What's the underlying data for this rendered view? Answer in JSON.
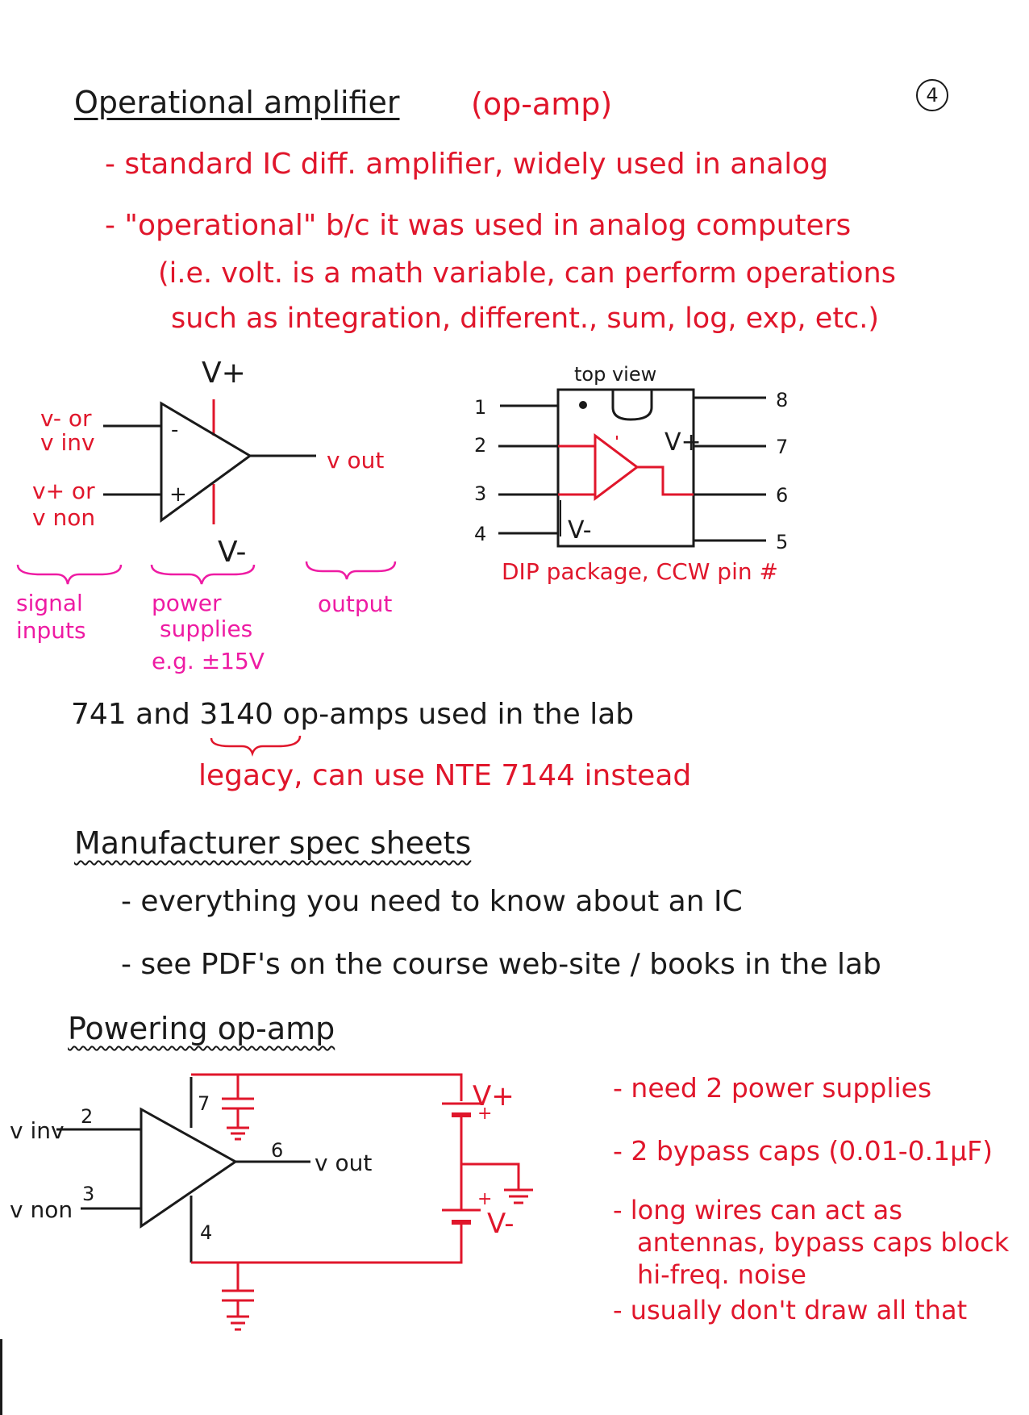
{
  "header": {
    "title": "Operational amplifier",
    "title_paren": "(op-amp)",
    "page_number": "4"
  },
  "intro": {
    "bullet1": "- standard IC diff. amplifier, widely used in analog",
    "bullet2": "- \"operational\" b/c it was used in analog computers",
    "bullet2_cont1": "(i.e. volt. is a math variable, can perform operations",
    "bullet2_cont2": "such as integration, different., sum, log, exp, etc.)"
  },
  "opamp_symbol": {
    "v_plus": "V+",
    "v_minus": "V-",
    "inv_label1": "v- or",
    "inv_label2": "v inv",
    "non_label1": "v+ or",
    "non_label2": "v non",
    "out_label": "v out",
    "minus_sign": "-",
    "plus_sign": "+"
  },
  "groups": {
    "signal_inputs1": "signal",
    "signal_inputs2": "inputs",
    "power_supplies1": "power",
    "power_supplies2": "supplies",
    "power_supplies3": "e.g. ±15V",
    "output": "output"
  },
  "dip": {
    "top_view": "top view",
    "pins_left": [
      "1",
      "2",
      "3",
      "4"
    ],
    "pins_right": [
      "8",
      "7",
      "6",
      "5"
    ],
    "v_plus": "V+",
    "v_minus": "V-",
    "caption": "DIP package, CCW pin #"
  },
  "lab": {
    "line": "741 and 3140 op-amps used in the lab",
    "note": "legacy, can use NTE 7144 instead"
  },
  "spec": {
    "heading": "Manufacturer spec sheets",
    "bullet1": "- everything you need to know about an IC",
    "bullet2": "- see PDF's on the course web-site / books in the lab"
  },
  "powering": {
    "heading": "Powering op-amp",
    "v_inv": "v inv",
    "v_non": "v non",
    "pin2": "2",
    "pin3": "3",
    "pin4": "4",
    "pin6": "6",
    "pin7": "7",
    "v_out": "v out",
    "v_plus": "V+",
    "v_minus": "V-",
    "notes": [
      "- need 2 power supplies",
      "- 2 bypass caps (0.01-0.1µF)",
      "- long wires can act as",
      "antennas, bypass caps block",
      "hi-freq. noise",
      "- usually don't draw all that"
    ]
  },
  "colors": {
    "ink": "#1a1a1a",
    "red": "#e0162b",
    "magenta": "#ee1ba3"
  }
}
